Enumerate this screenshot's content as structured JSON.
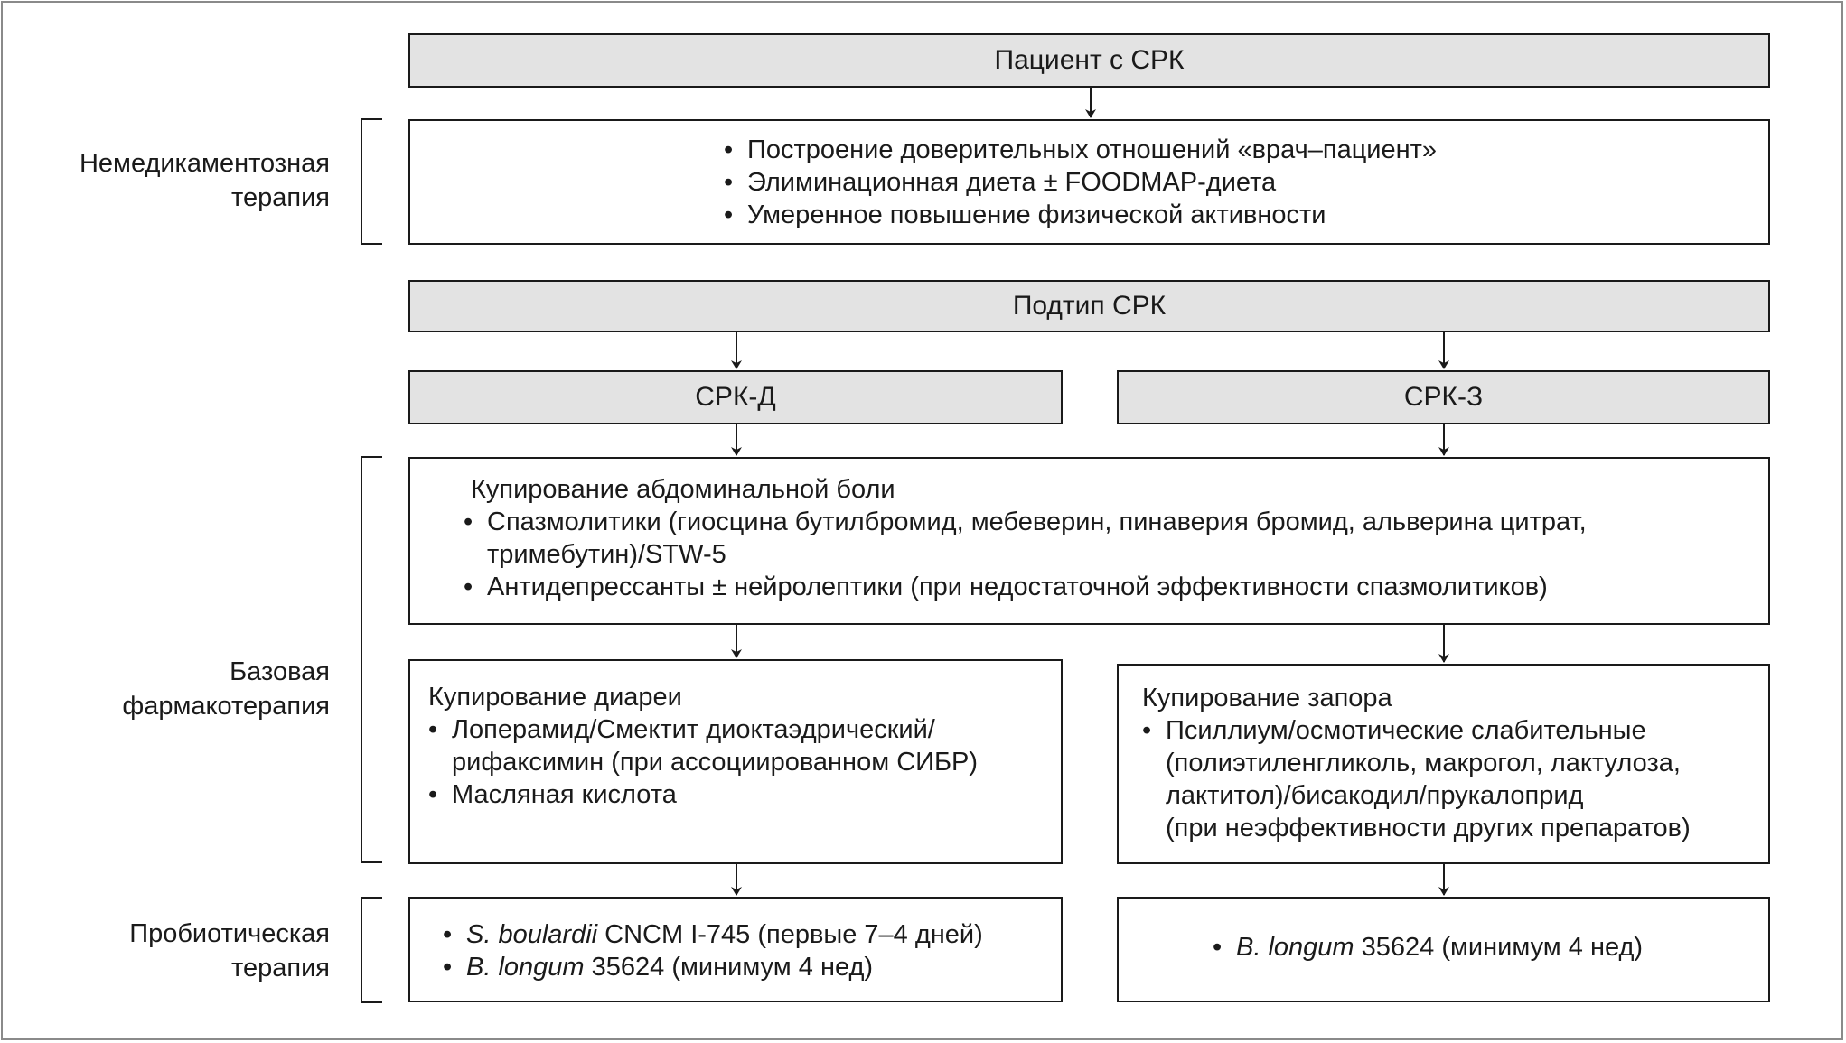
{
  "side_labels": {
    "non_drug": [
      "Немедикаментозная",
      "терапия"
    ],
    "basic": [
      "Базовая",
      "фармакотерапия"
    ],
    "probiotic": [
      "Пробиотическая",
      "терапия"
    ]
  },
  "nodes": {
    "patient": "Пациент с СРК",
    "non_drug_items": [
      "Построение доверительных отношений «врач–пациент»",
      "Элиминационная диета ± FOODMAP-диета",
      "Умеренное повышение физической активности"
    ],
    "subtype": "Подтип СРК",
    "ibs_d": "СРК-Д",
    "ibs_c": "СРК-З",
    "pain": {
      "title": "Купирование абдоминальной боли",
      "item1_line1": "Спазмолитики (гиосцина бутилбромид, мебеверин, пинаверия бромид, альверина цитрат,",
      "item1_line2": "тримебутин)/STW-5",
      "item2": "Антидепрессанты ± нейролептики (при недостаточной эффективности спазмолитиков)"
    },
    "diarrhea": {
      "title": "Купирование диареи",
      "item1_line1": "Лоперамид/Смектит диоктаэдрический/",
      "item1_line2": "рифаксимин (при ассоциированном СИБР)",
      "item2": "Масляная кислота"
    },
    "constipation": {
      "title": "Купирование запора",
      "item1_line1": "Псиллиум/осмотические слабительные",
      "item1_line2": "(полиэтиленгликоль, макрогол, лактулоза,",
      "item1_line3": "лактитол)/бисакодил/прукалоприд",
      "item1_line4": "(при неэффективности других препаратов)"
    },
    "probiotic_d": {
      "item1_species": "S. boulardii",
      "item1_rest": " CNCM I-745 (первые 7–4 дней)",
      "item2_species": "B. longum",
      "item2_rest": " 35624 (минимум 4 нед)"
    },
    "probiotic_c": {
      "item1_species": "B. longum",
      "item1_rest": " 35624 (минимум 4 нед)"
    }
  },
  "bullet_char": "•",
  "colors": {
    "box_fill_gray": "#e3e3e3",
    "line": "#1a1a1a",
    "frame": "#8a8a8a"
  }
}
